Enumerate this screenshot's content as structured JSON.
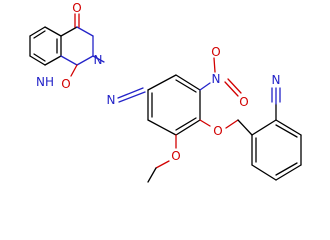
{
  "atoms": {
    "oxo_top": "O",
    "hydroxy": "O",
    "n_amide": "N",
    "nh_ring": "NH",
    "imine_n": "N",
    "nitro_n": "N",
    "nitro_o1": "O",
    "nitro_o2": "O",
    "ether_o": "O",
    "ethoxy_o": "O",
    "nitrile_n": "N"
  },
  "colors": {
    "carbon": "#000000",
    "nitrogen": "#2323c8",
    "oxygen": "#d20000"
  }
}
